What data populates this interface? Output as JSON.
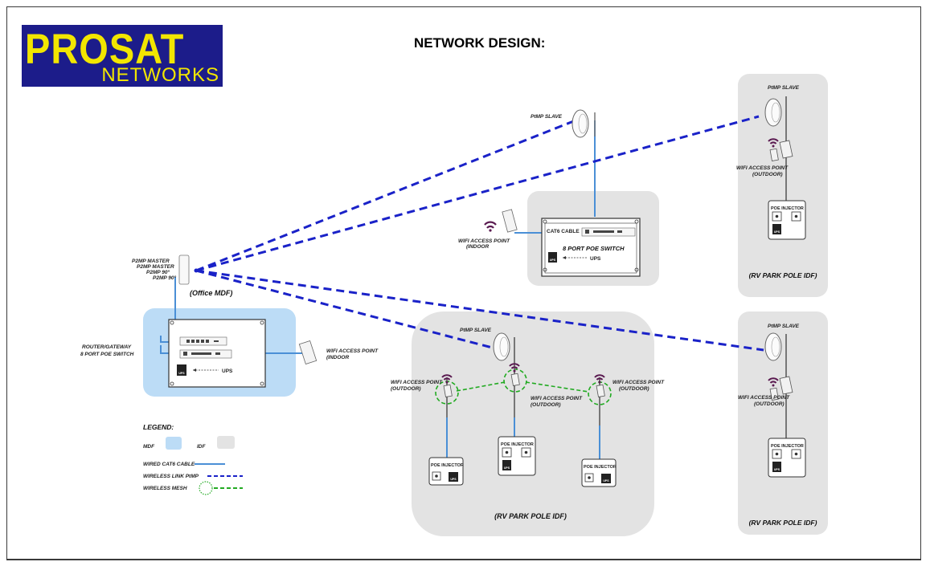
{
  "logo": {
    "top": "PROSAT",
    "bottom": "NETWORKS"
  },
  "title": "NETWORK DESIGN:",
  "labels": {
    "p2mp_master_1": "P2MP MASTER",
    "p2mp_master_2": "P2MP MASTER",
    "p2mp_90_1": "P2MP 90°",
    "p2mp_90_2": "P2MP 90°",
    "office_mdf": "(Office MDF)",
    "router_gateway": "ROUTER/GATEWAY",
    "port_switch_mdf": "8 PORT POE SWITCH",
    "ups_mdf": "UPS",
    "wifi_ap_indoor_mdf": "WIFI ACCESS POINT",
    "indoor_mdf": "(INDOOR",
    "ptmp_slave_top": "PtMP SLAVE",
    "cat6_cable": "CAT6 CABLE",
    "port_switch_idf": "8 PORT POE SWITCH",
    "ups_idf": "UPS",
    "wifi_ap_indoor_idf": "WIFI ACCESS POINT",
    "indoor_idf": "(INDOOR",
    "ptmp_slave_right_top": "PtMP SLAVE",
    "wifi_ap_outdoor_rt": "WIFI ACCESS POINT",
    "outdoor_rt": "(OUTDOOR)",
    "poe_injector_rt": "POE INJECTOR",
    "rv_park_rt": "(RV PARK POLE IDF)",
    "ptmp_slave_mid": "PtMP SLAVE",
    "wifi_ap_outdoor_m1": "WIFI ACCESS POINT",
    "outdoor_m1": "(OUTDOOR)",
    "wifi_ap_outdoor_m2": "WIFI ACCESS POINT",
    "outdoor_m2": "(OUTDOOR)",
    "wifi_ap_outdoor_m3": "WIFI ACCESS POINT",
    "outdoor_m3": "(OUTDOOR)",
    "poe_injector_m1": "POE INJECTOR",
    "poe_injector_m2": "POE INJECTOR",
    "poe_injector_m3": "POE INJECTOR",
    "rv_park_mid": "(RV PARK POLE IDF)",
    "ptmp_slave_right_bot": "PtMP SLAVE",
    "wifi_ap_outdoor_rb": "WIFI ACCESS POINT",
    "outdoor_rb": "(OUTDOOR)",
    "poe_injector_rb": "POE INJECTOR",
    "rv_park_rb": "(RV PARK POLE IDF)",
    "ups_small": "UPS"
  },
  "legend": {
    "title": "LEGEND:",
    "mdf": "MDF",
    "idf": "IDF",
    "wired": "WIRED CAT6 CABLE",
    "wireless_link": "WIRELESS LINK PtMP",
    "wireless_mesh": "WIRELESS MESH"
  },
  "colors": {
    "mdf_fill": "#bcdcf6",
    "idf_fill": "#e3e3e3",
    "wired": "#4a8fd6",
    "wireless_link": "#1a22c8",
    "wireless_mesh": "#22aa22",
    "wifi_signal": "#5a1a50"
  }
}
